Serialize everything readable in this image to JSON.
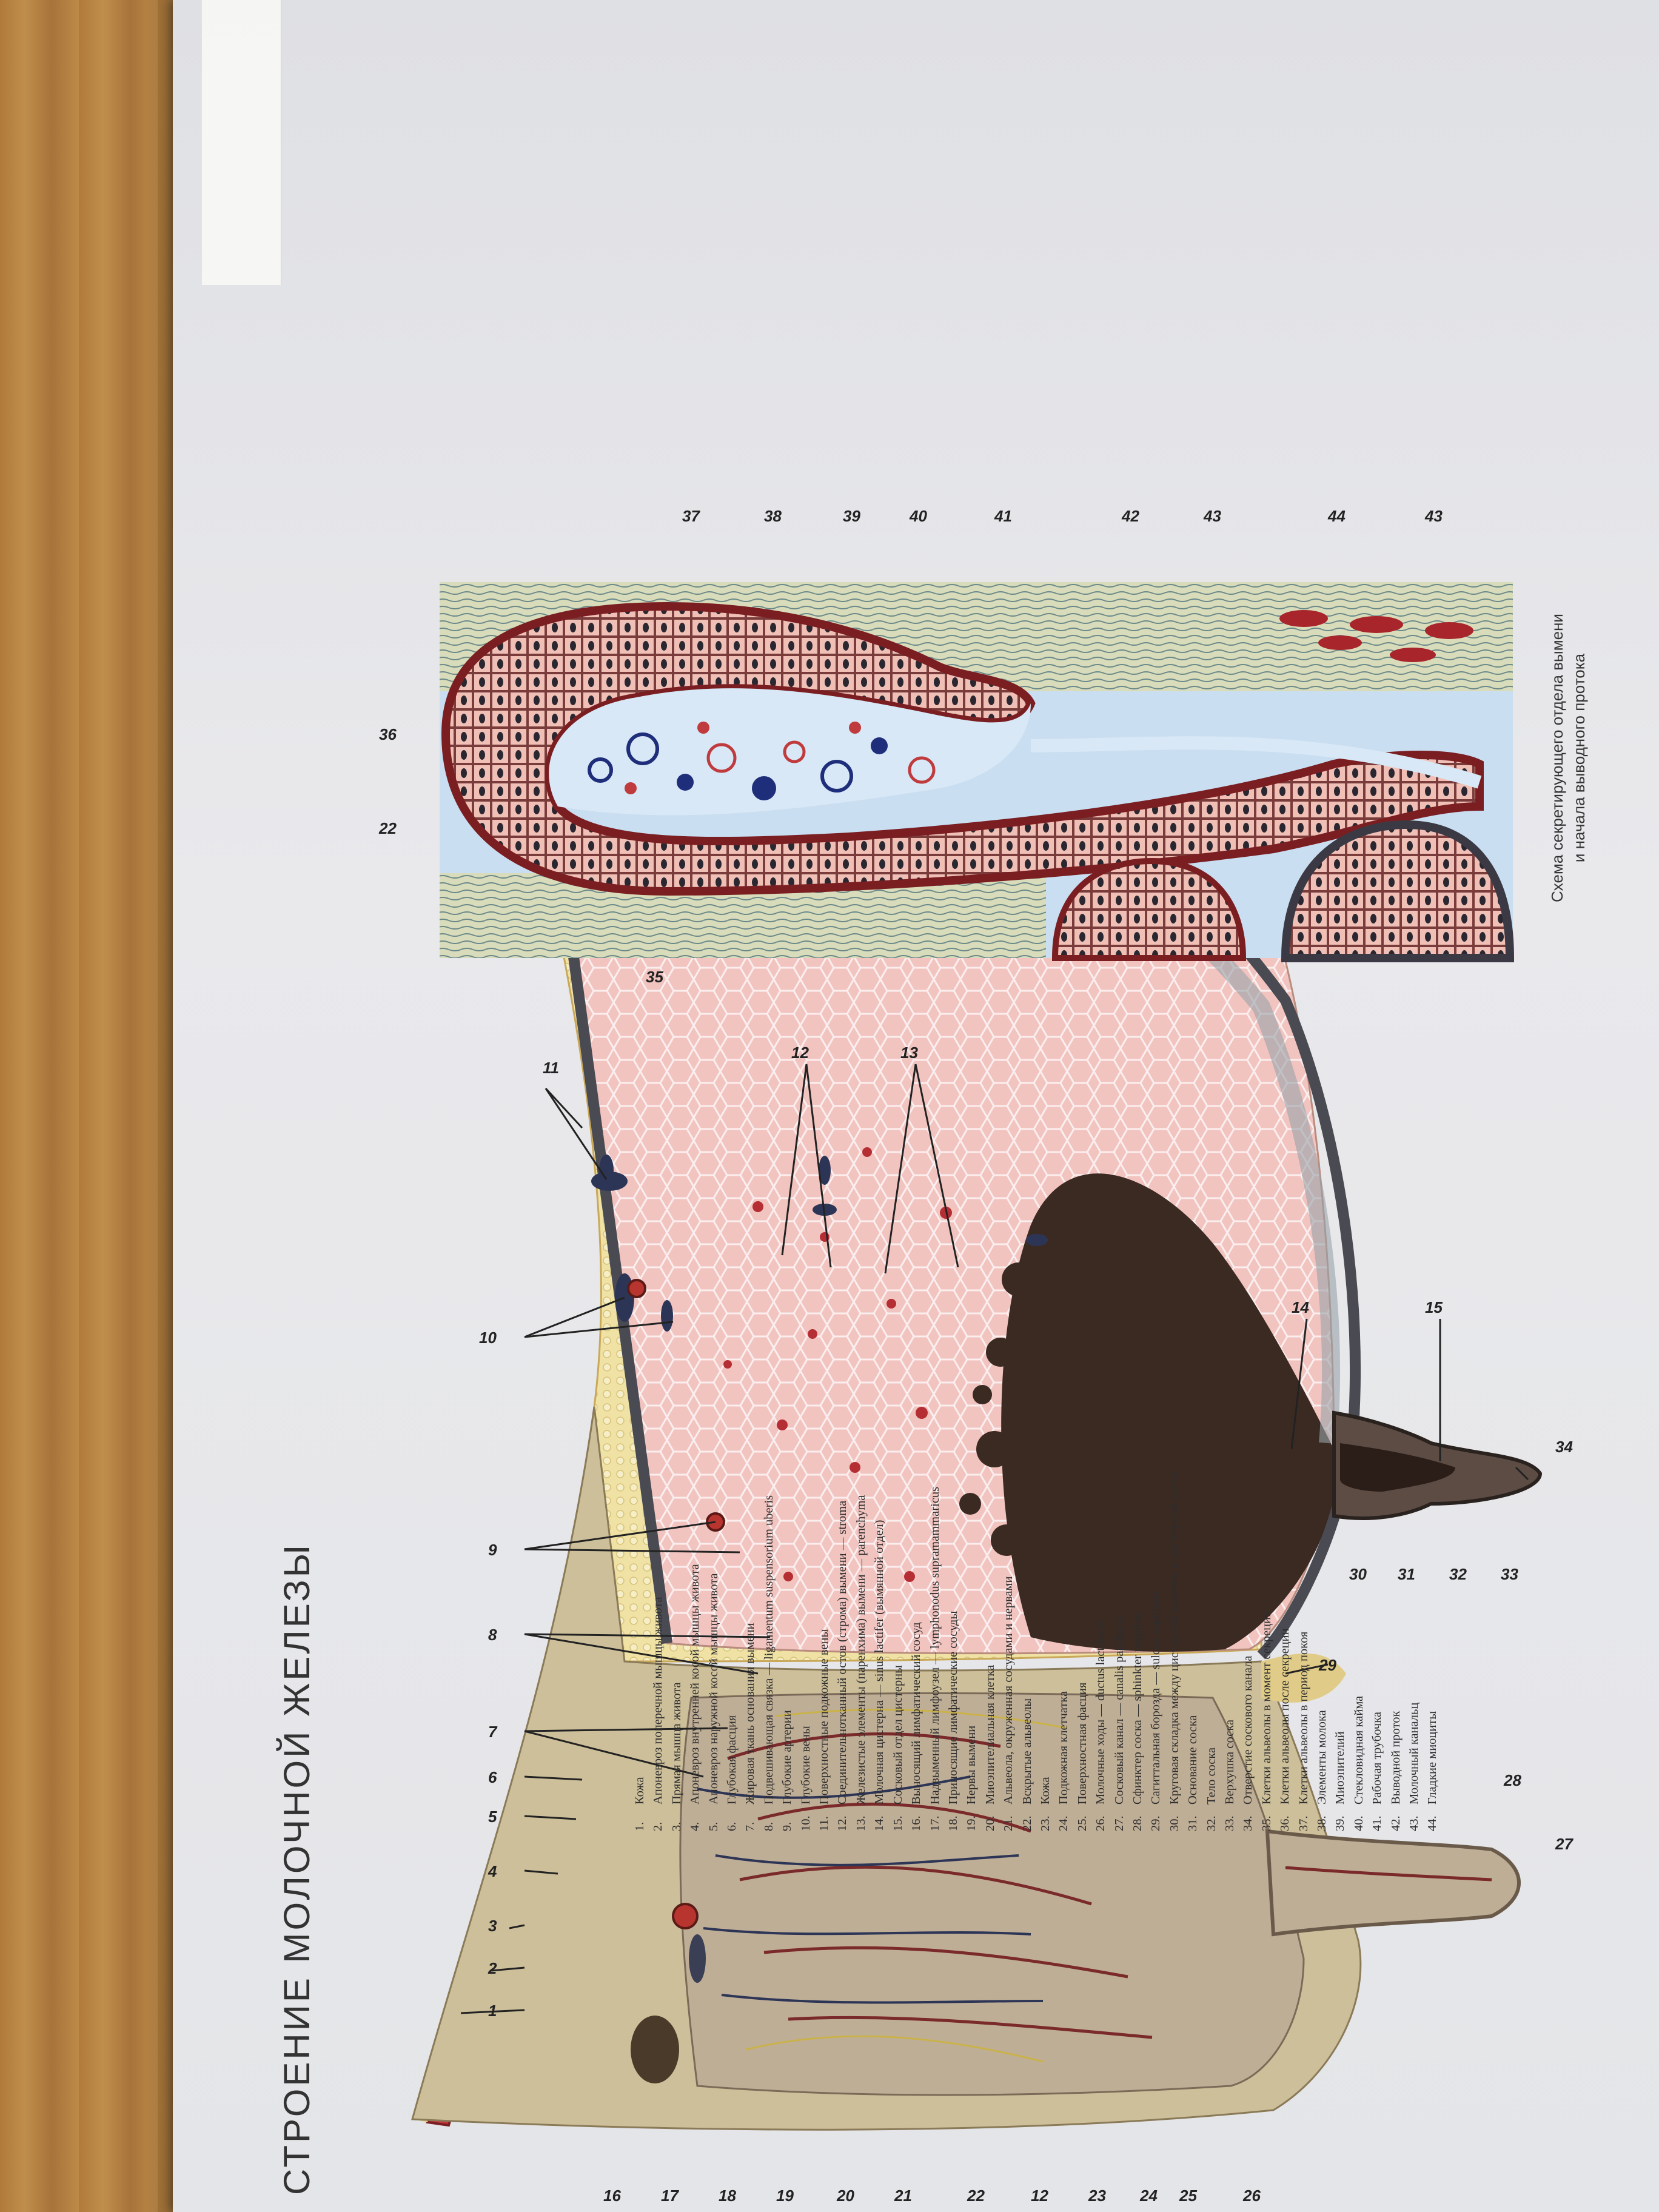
{
  "title": "СТРОЕНИЕ МОЛОЧНОЙ ЖЕЛЕЗЫ",
  "inset_caption": [
    "Схема секретирующего отдела вымени",
    "и начала выводного протока"
  ],
  "legend": [
    {
      "num": "1.",
      "text": "Кожа"
    },
    {
      "num": "2.",
      "text": "Апоневроз поперечной мышцы живота"
    },
    {
      "num": "3.",
      "text": "Прямая мышца живота"
    },
    {
      "num": "4.",
      "text": "Апоневроз внутренней косой мышцы живота"
    },
    {
      "num": "5.",
      "text": "Апоневроз наружной косой мышцы живота"
    },
    {
      "num": "6.",
      "text": "Глубокая фасция"
    },
    {
      "num": "7.",
      "text": "Жировая ткань основания вымени"
    },
    {
      "num": "8.",
      "text": "Подвешивающая связка — ligamentum suspensorium uberis"
    },
    {
      "num": "9.",
      "text": "Глубокие артерии"
    },
    {
      "num": "10.",
      "text": "Глубокие вены"
    },
    {
      "num": "11.",
      "text": "Поверхностные подкожные вены"
    },
    {
      "num": "12.",
      "text": "Соединительнотканный остов (строма) вымени — stroma"
    },
    {
      "num": "13.",
      "text": "Железистые элементы (паренхима) вымени — parenchyma"
    },
    {
      "num": "14.",
      "text": "Молочная цистерна — sinus lactifer (вымянной отдел)"
    },
    {
      "num": "15.",
      "text": "Сосковый отдел цистерны"
    },
    {
      "num": "16.",
      "text": "Выносящий лимфатический сосуд"
    },
    {
      "num": "17.",
      "text": "Надвыменный лимфоузел — lymphonodus supramammaricus"
    },
    {
      "num": "18.",
      "text": "Приносящие лимфатические сосуды"
    },
    {
      "num": "19.",
      "text": "Нервы вымени"
    },
    {
      "num": "20.",
      "text": "Миоэпителиальная клетка"
    },
    {
      "num": "21.",
      "text": "Альвеола, окруженная сосудами и нервами"
    },
    {
      "num": "22.",
      "text": "Вскрытые альвеолы"
    },
    {
      "num": "23.",
      "text": "Кожа"
    },
    {
      "num": "24.",
      "text": "Подкожная клетчатка"
    },
    {
      "num": "25.",
      "text": "Поверхностная фасция"
    },
    {
      "num": "26.",
      "text": "Молочные ходы — ductus lactiferus"
    },
    {
      "num": "27.",
      "text": "Сосковый канал — canalis papillaris"
    },
    {
      "num": "28.",
      "text": "Сфинктер соска — sphinkter papillae"
    },
    {
      "num": "29.",
      "text": "Сагиттальная борозда — sulcus sagittalis"
    },
    {
      "num": "30.",
      "text": "Круговая складка между цистерной вымени и цистерной соска"
    },
    {
      "num": "31.",
      "text": "Основание соска"
    },
    {
      "num": "32.",
      "text": "Тело соска"
    },
    {
      "num": "33.",
      "text": "Верхушка соска"
    },
    {
      "num": "34.",
      "text": "Отверстие соскового канала"
    },
    {
      "num": "35.",
      "text": "Клетки альвеолы в момент секреции"
    },
    {
      "num": "36.",
      "text": "Клетки альвеолы после секреции"
    },
    {
      "num": "37.",
      "text": "Клетки альвеолы в период покоя"
    },
    {
      "num": "38.",
      "text": "Элементы молока"
    },
    {
      "num": "39.",
      "text": "Миоэпителий"
    },
    {
      "num": "40.",
      "text": "Стекловидная кайма"
    },
    {
      "num": "41.",
      "text": "Рабочая трубочка"
    },
    {
      "num": "42.",
      "text": "Выводной проток"
    },
    {
      "num": "43.",
      "text": "Молочный канальц"
    },
    {
      "num": "44.",
      "text": "Гладкие миоциты"
    }
  ],
  "labels": {
    "l1": "1",
    "l2": "2",
    "l3": "3",
    "l4": "4",
    "l5": "5",
    "l6": "6",
    "l7": "7",
    "l8": "8",
    "l9": "9",
    "l10": "10",
    "l11": "11",
    "l12": "12",
    "l13": "13",
    "l14": "14",
    "l15": "15",
    "l16": "16",
    "l17": "17",
    "l18": "18",
    "l19": "19",
    "l20": "20",
    "l21": "21",
    "l22": "22",
    "l23": "23",
    "l24": "24",
    "l25": "25",
    "l26": "26",
    "l27": "27",
    "l28": "28",
    "l29": "29",
    "l30": "30",
    "l31": "31",
    "l32": "32",
    "l33": "33",
    "l34": "34",
    "l35": "35",
    "l36": "36",
    "l37": "37",
    "l38": "38",
    "l39": "39",
    "l40": "40",
    "l41": "41",
    "l42": "42",
    "l43": "43",
    "l44": "44"
  },
  "colors": {
    "wood": "#b98a44",
    "paper": "#e6e6e9",
    "skin": "#c0353a",
    "fat": "#efe3a6",
    "parenchyma": "#f3c3bf",
    "cistern": "#3b2a22",
    "inset_background": "#c9def0"
  }
}
